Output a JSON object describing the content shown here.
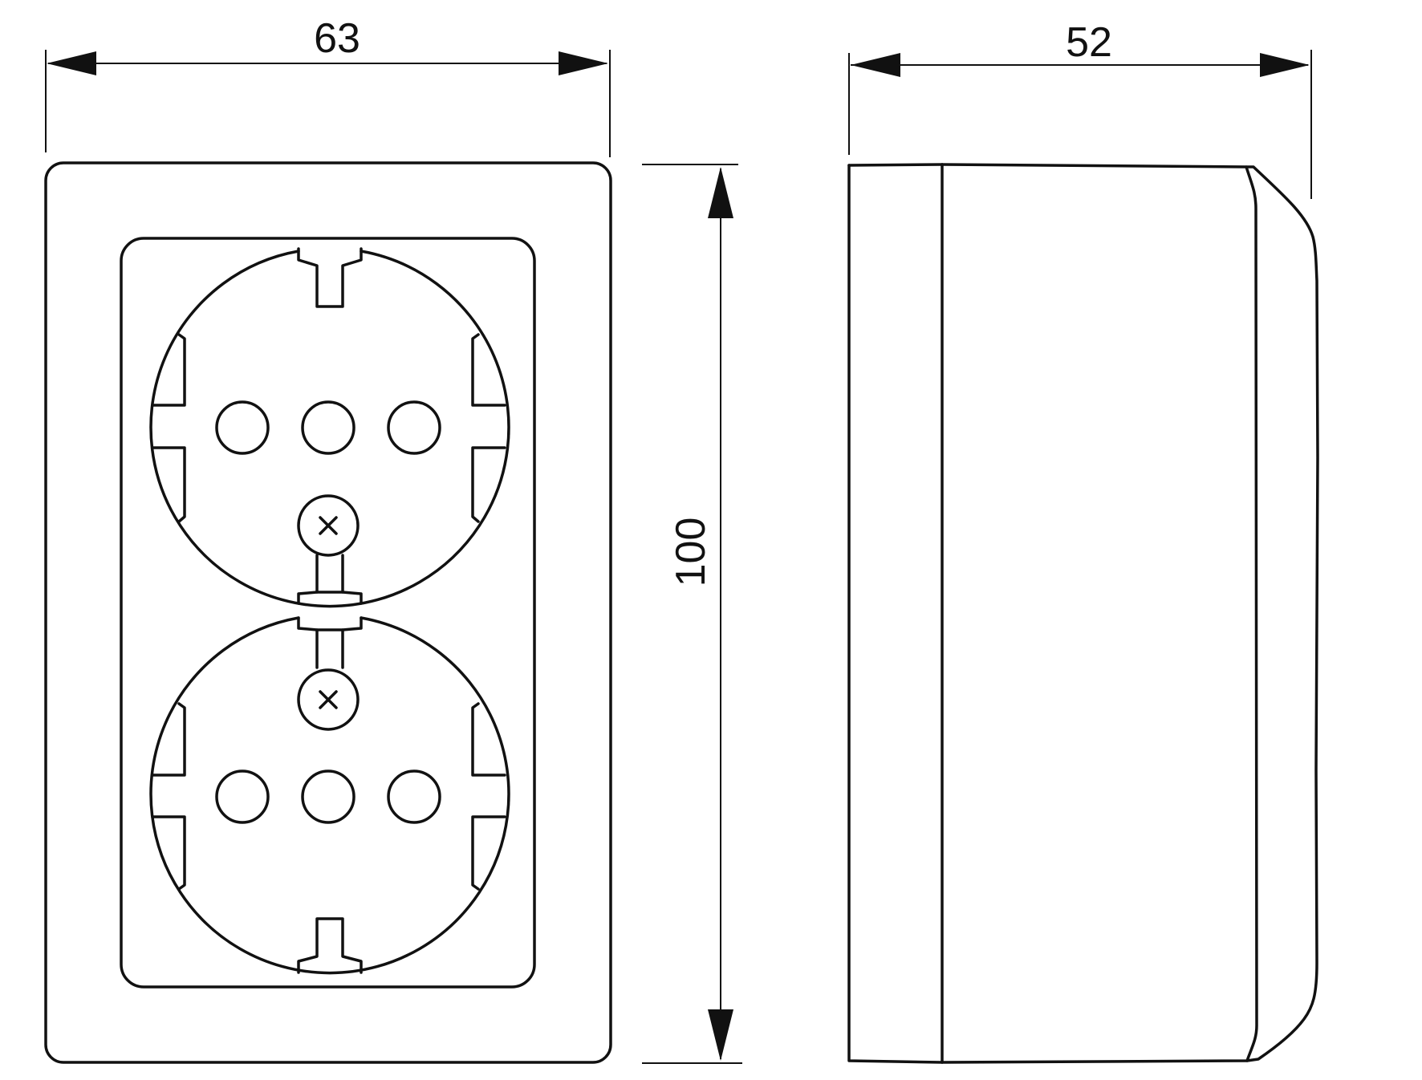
{
  "dimensions": {
    "front_width": "63",
    "side_depth": "52",
    "height": "100"
  },
  "colors": {
    "line": "#111111",
    "background": "#ffffff"
  },
  "views": [
    "front-view",
    "side-view"
  ]
}
